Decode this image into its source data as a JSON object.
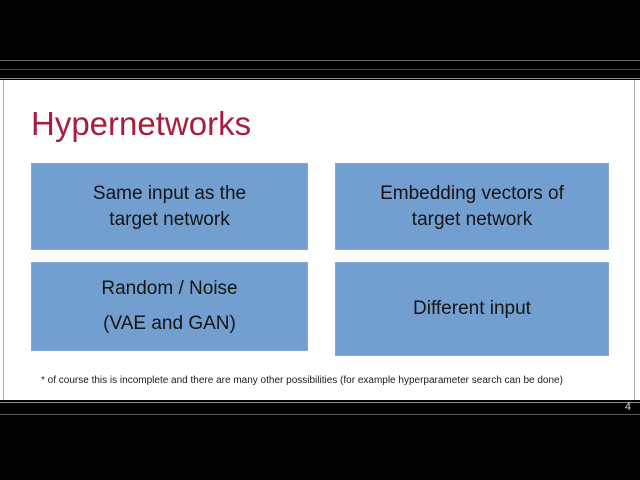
{
  "theme": {
    "accent_red": "#A81C3E",
    "box_blue": "#729FCF",
    "box_border": "#85A7D2",
    "text_black": "#141414",
    "page_number_gray": "#d9d9d9"
  },
  "slide": {
    "title": "Hypernetworks",
    "boxes": [
      {
        "lines": [
          "Same input as the",
          "target network"
        ]
      },
      {
        "lines": [
          "Embedding vectors of",
          "target network"
        ]
      },
      {
        "lines": [
          "Random / Noise",
          "(VAE and GAN)"
        ]
      },
      {
        "lines": [
          "Different input"
        ]
      }
    ],
    "footnote": "* of course this is incomplete and there are many other possibilities (for example hyperparameter search can be done)"
  },
  "player": {
    "page_number": "4"
  }
}
